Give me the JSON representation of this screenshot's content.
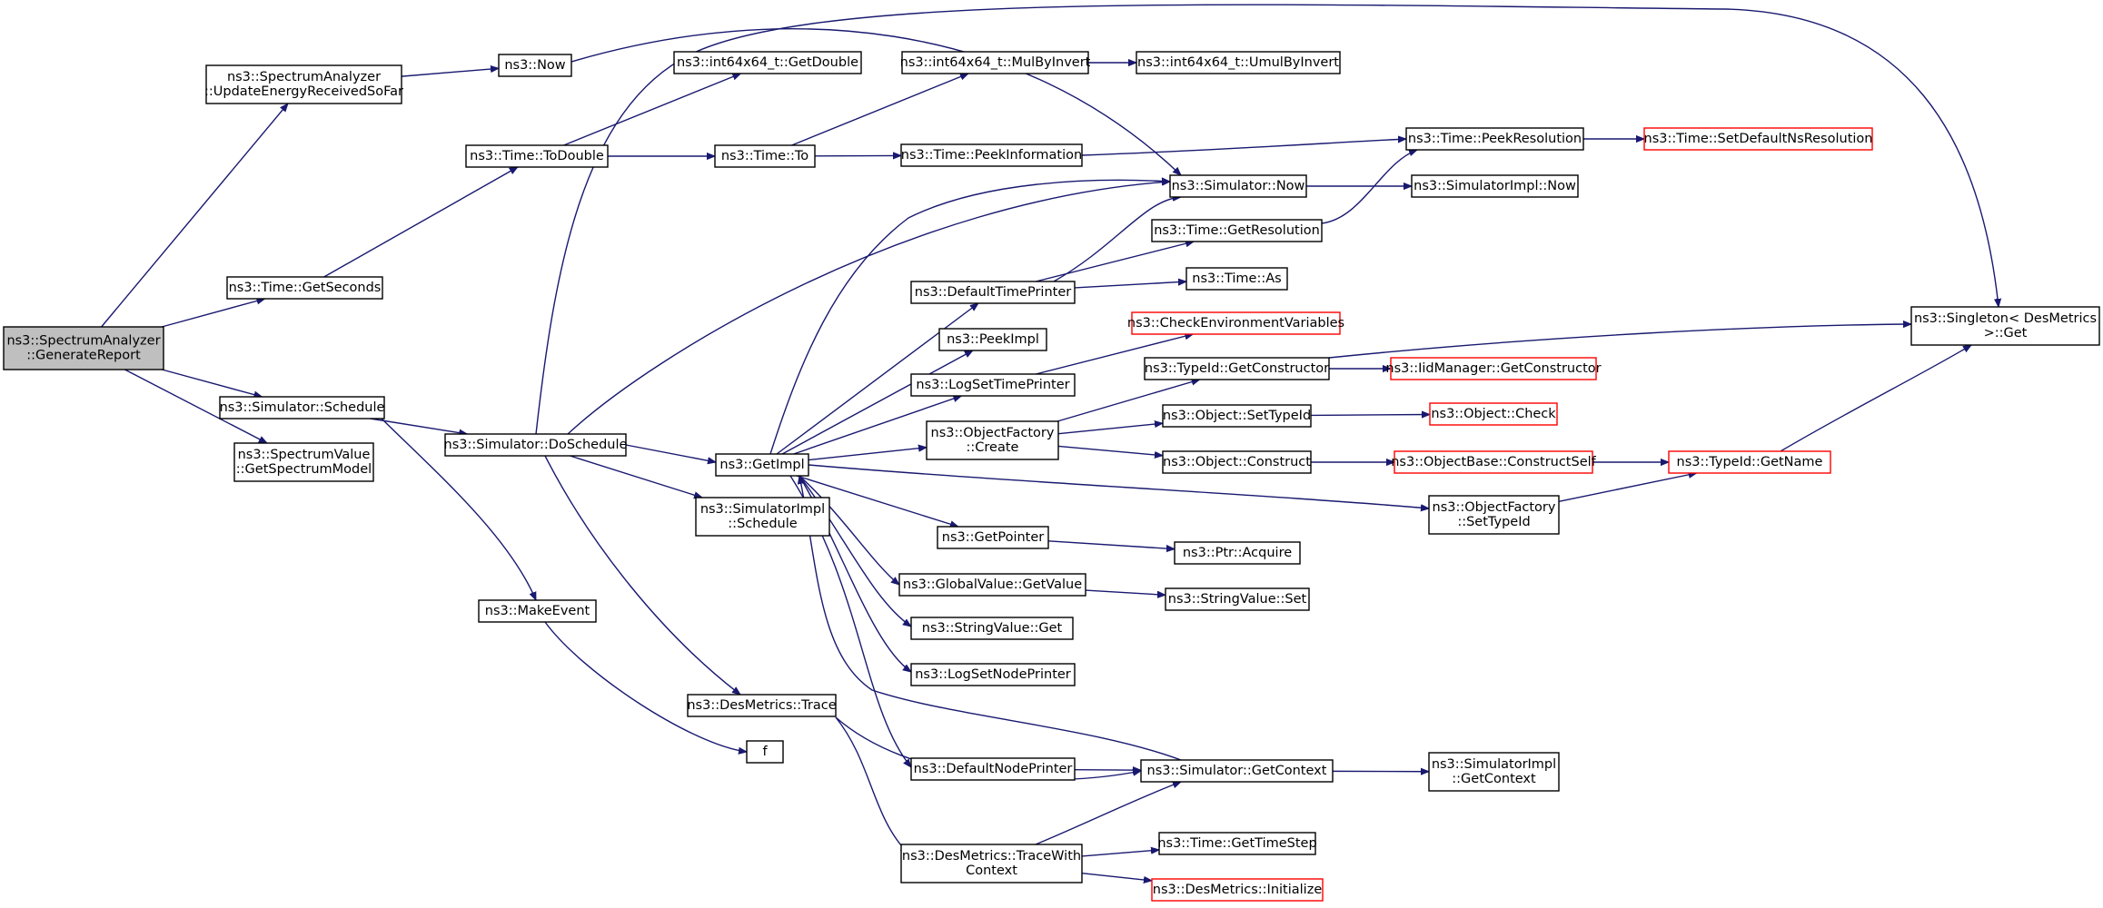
{
  "nodes": [
    {
      "id": "root",
      "lines": [
        "ns3::SpectrumAnalyzer",
        "::GenerateReport"
      ],
      "kind": "root"
    },
    {
      "id": "update",
      "lines": [
        "ns3::SpectrumAnalyzer",
        "::UpdateEnergyReceivedSoFar"
      ]
    },
    {
      "id": "now",
      "lines": [
        "ns3::Now"
      ]
    },
    {
      "id": "todouble",
      "lines": [
        "ns3::Time::ToDouble"
      ]
    },
    {
      "id": "getseconds",
      "lines": [
        "ns3::Time::GetSeconds"
      ]
    },
    {
      "id": "schedule",
      "lines": [
        "ns3::Simulator::Schedule"
      ]
    },
    {
      "id": "getspectrummodel",
      "lines": [
        "ns3::SpectrumValue",
        "::GetSpectrumModel"
      ]
    },
    {
      "id": "doschedule",
      "lines": [
        "ns3::Simulator::DoSchedule"
      ]
    },
    {
      "id": "makeevent",
      "lines": [
        "ns3::MakeEvent"
      ]
    },
    {
      "id": "getdouble",
      "lines": [
        "ns3::int64x64_t::GetDouble"
      ]
    },
    {
      "id": "timeto",
      "lines": [
        "ns3::Time::To"
      ]
    },
    {
      "id": "getimpl",
      "lines": [
        "ns3::GetImpl"
      ]
    },
    {
      "id": "implschedule",
      "lines": [
        "ns3::SimulatorImpl",
        "::Schedule"
      ]
    },
    {
      "id": "trace",
      "lines": [
        "ns3::DesMetrics::Trace"
      ]
    },
    {
      "id": "f",
      "lines": [
        "f"
      ]
    },
    {
      "id": "mulbyinvert",
      "lines": [
        "ns3::int64x64_t::MulByInvert"
      ]
    },
    {
      "id": "umulbyinvert",
      "lines": [
        "ns3::int64x64_t::UmulByInvert"
      ]
    },
    {
      "id": "peekinfo",
      "lines": [
        "ns3::Time::PeekInformation"
      ]
    },
    {
      "id": "deftimeprinter",
      "lines": [
        "ns3::DefaultTimePrinter"
      ]
    },
    {
      "id": "peekimpl",
      "lines": [
        "ns3::PeekImpl"
      ]
    },
    {
      "id": "logsettimeprinter",
      "lines": [
        "ns3::LogSetTimePrinter"
      ]
    },
    {
      "id": "objfactorycreate",
      "lines": [
        "ns3::ObjectFactory",
        "::Create"
      ]
    },
    {
      "id": "getpointer",
      "lines": [
        "ns3::GetPointer"
      ]
    },
    {
      "id": "gvgetvalue",
      "lines": [
        "ns3::GlobalValue::GetValue"
      ]
    },
    {
      "id": "svget",
      "lines": [
        "ns3::StringValue::Get"
      ]
    },
    {
      "id": "logsetnodeprinter",
      "lines": [
        "ns3::LogSetNodePrinter"
      ]
    },
    {
      "id": "defnodeprinter",
      "lines": [
        "ns3::DefaultNodePrinter"
      ]
    },
    {
      "id": "tracewithcontext",
      "lines": [
        "ns3::DesMetrics::TraceWith",
        "Context"
      ]
    },
    {
      "id": "simnow",
      "lines": [
        "ns3::Simulator::Now"
      ]
    },
    {
      "id": "getresolution",
      "lines": [
        "ns3::Time::GetResolution"
      ]
    },
    {
      "id": "timeas",
      "lines": [
        "ns3::Time::As"
      ]
    },
    {
      "id": "checkenv",
      "lines": [
        "ns3::CheckEnvironmentVariables"
      ],
      "kind": "ext"
    },
    {
      "id": "getconstructor",
      "lines": [
        "ns3::TypeId::GetConstructor"
      ]
    },
    {
      "id": "settypeid",
      "lines": [
        "ns3::Object::SetTypeId"
      ]
    },
    {
      "id": "construct",
      "lines": [
        "ns3::Object::Construct"
      ]
    },
    {
      "id": "ptracquire",
      "lines": [
        "ns3::Ptr::Acquire"
      ]
    },
    {
      "id": "svset",
      "lines": [
        "ns3::StringValue::Set"
      ]
    },
    {
      "id": "getcontext",
      "lines": [
        "ns3::Simulator::GetContext"
      ]
    },
    {
      "id": "gettimestep",
      "lines": [
        "ns3::Time::GetTimeStep"
      ]
    },
    {
      "id": "initialize",
      "lines": [
        "ns3::DesMetrics::Initialize"
      ],
      "kind": "ext"
    },
    {
      "id": "peekresolution",
      "lines": [
        "ns3::Time::PeekResolution"
      ]
    },
    {
      "id": "implnow",
      "lines": [
        "ns3::SimulatorImpl::Now"
      ]
    },
    {
      "id": "iidgetconstructor",
      "lines": [
        "ns3::IidManager::GetConstructor"
      ],
      "kind": "ext"
    },
    {
      "id": "objcheck",
      "lines": [
        "ns3::Object::Check"
      ],
      "kind": "ext"
    },
    {
      "id": "constructself",
      "lines": [
        "ns3::ObjectBase::ConstructSelf"
      ],
      "kind": "ext"
    },
    {
      "id": "ofsettypeid",
      "lines": [
        "ns3::ObjectFactory",
        "::SetTypeId"
      ]
    },
    {
      "id": "implgetcontext",
      "lines": [
        "ns3::SimulatorImpl",
        "::GetContext"
      ]
    },
    {
      "id": "setdefaultns",
      "lines": [
        "ns3::Time::SetDefaultNsResolution"
      ],
      "kind": "ext"
    },
    {
      "id": "typeidgetname",
      "lines": [
        "ns3::TypeId::GetName"
      ],
      "kind": "ext"
    },
    {
      "id": "singletonget",
      "lines": [
        "ns3::Singleton< DesMetrics",
        " >::Get"
      ]
    }
  ],
  "edges": [
    [
      "root",
      "update"
    ],
    [
      "root",
      "getseconds"
    ],
    [
      "root",
      "schedule"
    ],
    [
      "root",
      "getspectrummodel"
    ],
    [
      "update",
      "now"
    ],
    [
      "now",
      "simnow"
    ],
    [
      "getseconds",
      "todouble"
    ],
    [
      "todouble",
      "getdouble"
    ],
    [
      "todouble",
      "timeto"
    ],
    [
      "timeto",
      "mulbyinvert"
    ],
    [
      "timeto",
      "peekinfo"
    ],
    [
      "mulbyinvert",
      "umulbyinvert"
    ],
    [
      "peekinfo",
      "peekresolution"
    ],
    [
      "peekresolution",
      "setdefaultns"
    ],
    [
      "schedule",
      "doschedule"
    ],
    [
      "schedule",
      "makeevent"
    ],
    [
      "makeevent",
      "f"
    ],
    [
      "doschedule",
      "simnow"
    ],
    [
      "doschedule",
      "singletonget"
    ],
    [
      "doschedule",
      "getimpl"
    ],
    [
      "doschedule",
      "implschedule"
    ],
    [
      "doschedule",
      "trace"
    ],
    [
      "simnow",
      "implnow"
    ],
    [
      "getimpl",
      "simnow"
    ],
    [
      "getimpl",
      "deftimeprinter"
    ],
    [
      "getimpl",
      "peekimpl"
    ],
    [
      "getimpl",
      "logsettimeprinter"
    ],
    [
      "getimpl",
      "objfactorycreate"
    ],
    [
      "getimpl",
      "ofsettypeid"
    ],
    [
      "getimpl",
      "getpointer"
    ],
    [
      "getimpl",
      "gvgetvalue"
    ],
    [
      "getimpl",
      "svget"
    ],
    [
      "getimpl",
      "logsetnodeprinter"
    ],
    [
      "getimpl",
      "defnodeprinter"
    ],
    [
      "deftimeprinter",
      "simnow"
    ],
    [
      "deftimeprinter",
      "getresolution"
    ],
    [
      "deftimeprinter",
      "timeas"
    ],
    [
      "getresolution",
      "peekresolution"
    ],
    [
      "logsettimeprinter",
      "checkenv"
    ],
    [
      "objfactorycreate",
      "getconstructor"
    ],
    [
      "objfactorycreate",
      "settypeid"
    ],
    [
      "objfactorycreate",
      "construct"
    ],
    [
      "getconstructor",
      "iidgetconstructor"
    ],
    [
      "getconstructor",
      "singletonget"
    ],
    [
      "settypeid",
      "objcheck"
    ],
    [
      "construct",
      "constructself"
    ],
    [
      "constructself",
      "typeidgetname"
    ],
    [
      "ofsettypeid",
      "typeidgetname"
    ],
    [
      "typeidgetname",
      "singletonget"
    ],
    [
      "getpointer",
      "ptracquire"
    ],
    [
      "gvgetvalue",
      "svset"
    ],
    [
      "defnodeprinter",
      "getcontext"
    ],
    [
      "getcontext",
      "getimpl"
    ],
    [
      "getcontext",
      "implgetcontext"
    ],
    [
      "trace",
      "getcontext"
    ],
    [
      "trace",
      "tracewithcontext"
    ],
    [
      "tracewithcontext",
      "getcontext"
    ],
    [
      "tracewithcontext",
      "gettimestep"
    ],
    [
      "tracewithcontext",
      "initialize"
    ]
  ]
}
